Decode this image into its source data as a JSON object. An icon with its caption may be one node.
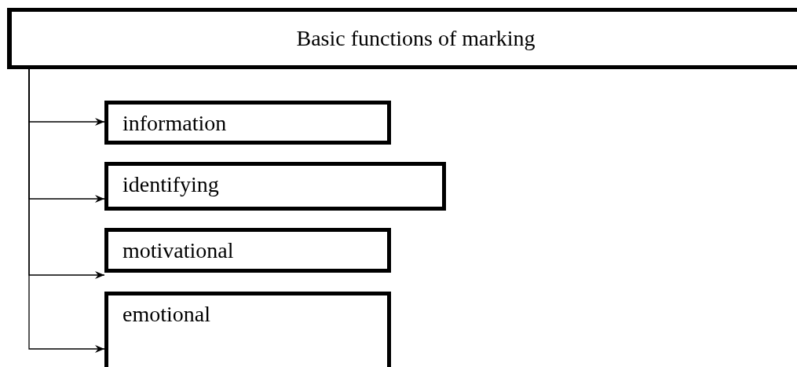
{
  "diagram": {
    "nodes": [
      {
        "text": [
          "Basic functions of marking"
        ]
      },
      {
        "text": [
          "information"
        ]
      },
      {
        "text": [
          "identifying"
        ]
      },
      {
        "text": [
          "motivational"
        ]
      },
      {
        "text": [
          "emotional"
        ]
      }
    ],
    "edges": [
      {
        "from": 0,
        "to": 1,
        "arrow": "to"
      },
      {
        "from": 0,
        "to": 2,
        "arrow": "to"
      },
      {
        "from": 0,
        "to": 3,
        "arrow": "to"
      },
      {
        "from": 0,
        "to": 4,
        "arrow": "to"
      }
    ]
  }
}
